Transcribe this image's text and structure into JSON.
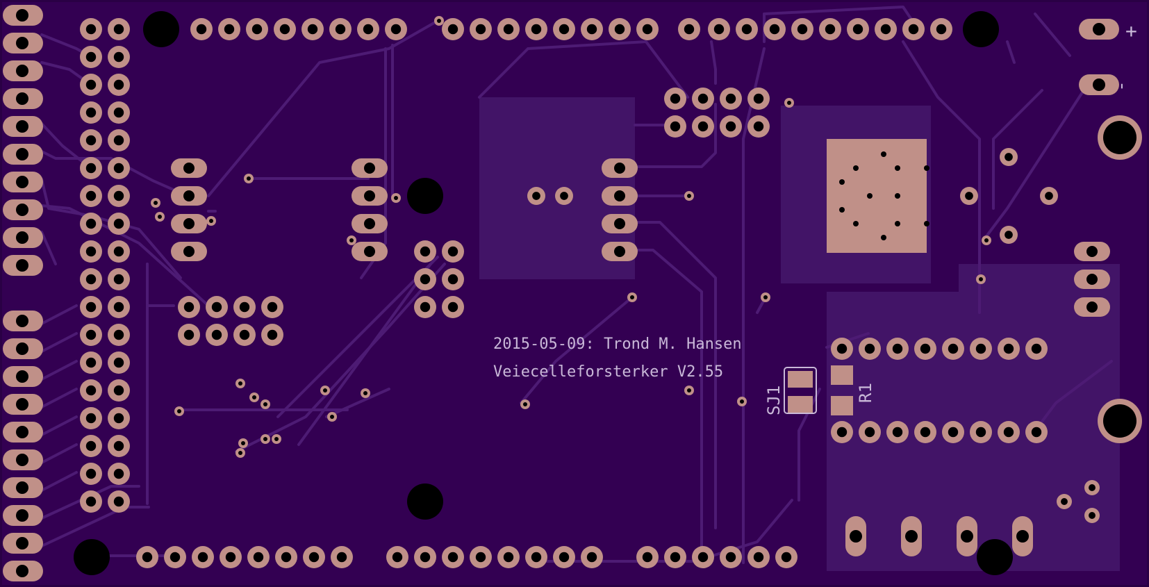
{
  "board": {
    "colors": {
      "substrate": "#330052",
      "trace": "#4d1b74",
      "pour": "#421467",
      "pad": "#c09088",
      "hole": "#000000",
      "silkscreen": "#c9b8d8"
    },
    "silkscreen": {
      "date_author": "2015-05-09: Trond M. Hansen",
      "project": "Veiecelleforsterker V2.55",
      "label_sj1": "SJ1",
      "label_r1": "R1",
      "label_plus": "+",
      "label_minus": "-"
    }
  }
}
